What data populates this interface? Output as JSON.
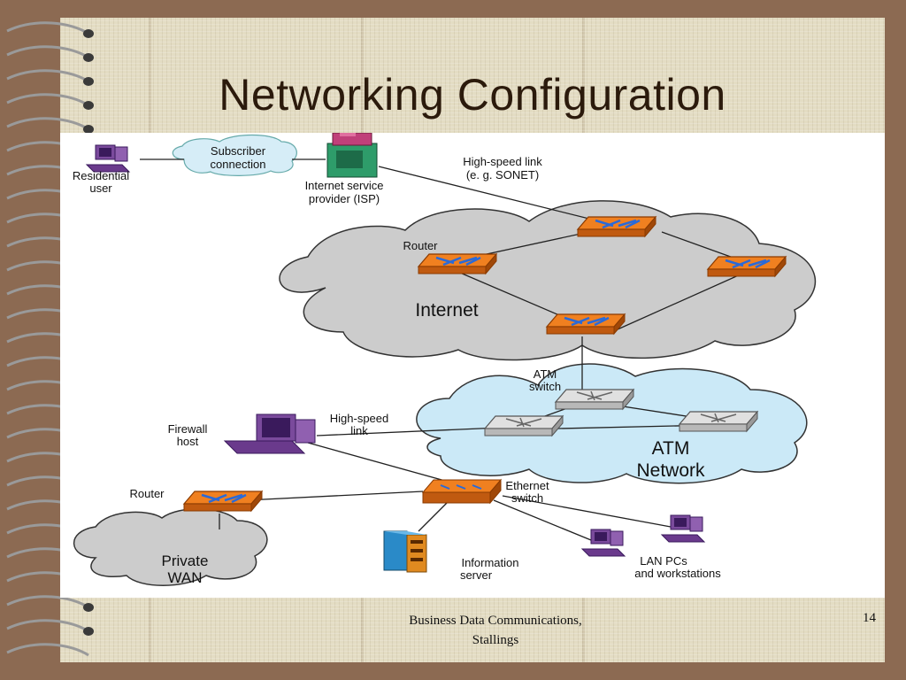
{
  "slide": {
    "title": "Networking Configuration",
    "footer_line1": "Business Data Communications,",
    "footer_line2": "Stallings",
    "page_number": "14"
  },
  "diagram": {
    "subscriber_1": "Subscriber",
    "subscriber_2": "connection",
    "residential_1": "Residential",
    "residential_2": "user",
    "isp_1": "Internet service",
    "isp_2": "provider (ISP)",
    "hs_link_1": "High-speed link",
    "hs_link_2": "(e. g. SONET)",
    "router_internet": "Router",
    "internet": "Internet",
    "atm_switch_1": "ATM",
    "atm_switch_2": "switch",
    "atm_net_1": "ATM",
    "atm_net_2": "Network",
    "firewall_1": "Firewall",
    "firewall_2": "host",
    "hs_link_b1": "High-speed",
    "hs_link_b2": "link",
    "router_wan": "Router",
    "ethernet_1": "Ethernet",
    "ethernet_2": "switch",
    "private_1": "Private",
    "private_2": "WAN",
    "info_1": "Information",
    "info_2": "server",
    "lan_1": "LAN PCs",
    "lan_2": "and workstations"
  },
  "colors": {
    "router_fill": "#f08020",
    "atm_switch_fill": "#d8d8d8",
    "internet_cloud": "#cccccc",
    "atm_cloud": "#cbe9f7",
    "pc_purple": "#7a4a9c",
    "isp_green": "#2e9c6a"
  }
}
